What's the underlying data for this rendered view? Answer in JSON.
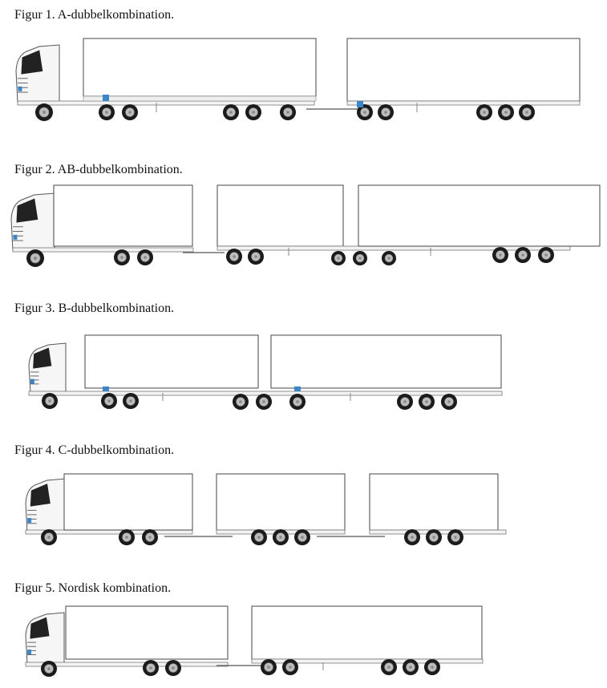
{
  "figures": [
    {
      "caption": "Figur 1. A-dubbelkombination."
    },
    {
      "caption": "Figur 2. AB-dubbelkombination."
    },
    {
      "caption": "Figur 3. B-dubbelkombination."
    },
    {
      "caption": "Figur 4. C-dubbelkombination."
    },
    {
      "caption": "Figur 5. Nordisk kombination."
    }
  ]
}
